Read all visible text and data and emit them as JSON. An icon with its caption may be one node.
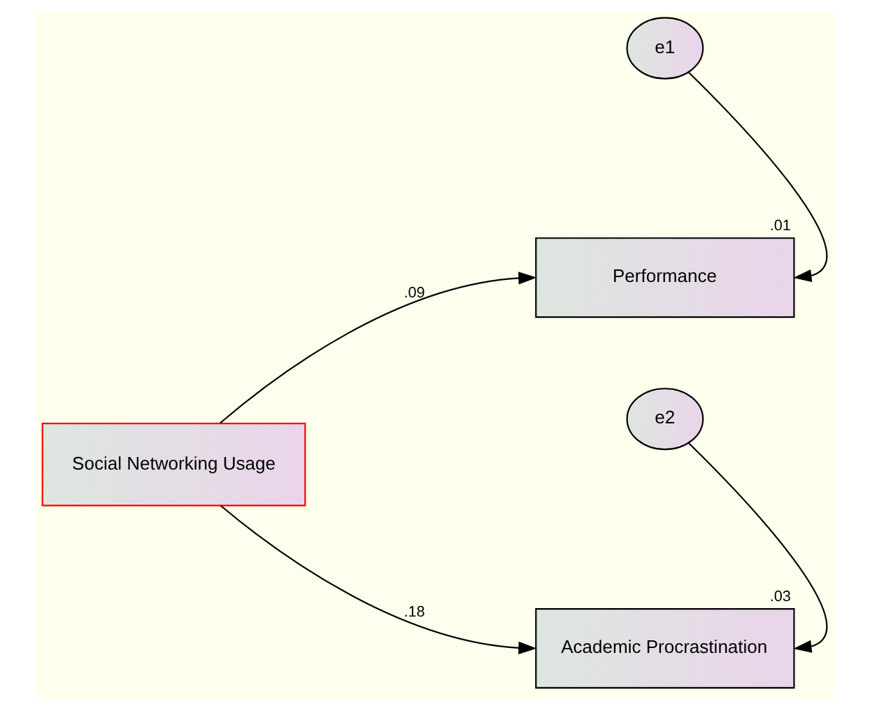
{
  "diagram": {
    "nodes": [
      {
        "text": [
          "e1"
        ]
      },
      {
        "text": [
          "Performance"
        ],
        "beside": [
          ".01"
        ]
      },
      {
        "text": [
          "Social Networking Usage"
        ]
      },
      {
        "text": [
          "e2"
        ]
      },
      {
        "text": [
          "Academic Procrastination"
        ],
        "beside": [
          ".03"
        ]
      }
    ],
    "edges": [
      {
        "from": 0,
        "to": 1,
        "arrow": "to"
      },
      {
        "from": 2,
        "to": 1,
        "arrow": "to",
        "label": ".09"
      },
      {
        "from": 2,
        "to": 4,
        "arrow": "to",
        "label": ".18"
      },
      {
        "from": 3,
        "to": 4,
        "arrow": "to"
      }
    ]
  }
}
